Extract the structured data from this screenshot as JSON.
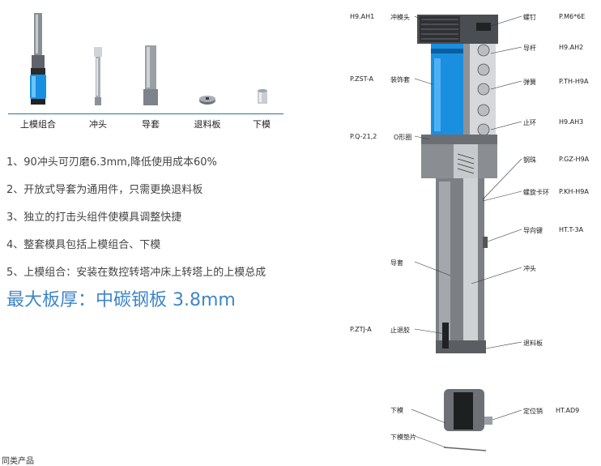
{
  "products": {
    "items": [
      {
        "label": "上模组合"
      },
      {
        "label": "冲头"
      },
      {
        "label": "导套"
      },
      {
        "label": "退料板"
      },
      {
        "label": "下模"
      }
    ]
  },
  "features": [
    "1、90冲头可刃磨6.3mm,降低使用成本60%",
    "2、开放式导套为通用件，只需更换退料板",
    "3、独立的打击头组件使模具调整快捷",
    "4、整套模具包括上模组合、下模",
    "5、上模组合：安装在数控转塔冲床上转塔上的上模总成"
  ],
  "headline": "最大板厚：中碳钢板 3.8mm",
  "footer": "同类产品",
  "diagram": {
    "left_labels": [
      {
        "code": "H9.AH1",
        "name": "冲模头"
      },
      {
        "code": "P.ZST-A",
        "name": "装饰套"
      },
      {
        "code": "P.Q-21,2",
        "name": "O形圈"
      },
      {
        "code": "",
        "name": "导套"
      },
      {
        "code": "P.ZTJ-A",
        "name": "止退胶"
      },
      {
        "code": "",
        "name": "下模"
      },
      {
        "code": "",
        "name": "下模垫片"
      }
    ],
    "right_labels": [
      {
        "name": "螺钉",
        "code": "P.M6*6E"
      },
      {
        "name": "导杆",
        "code": "H9.AH2"
      },
      {
        "name": "弹簧",
        "code": "P.TH-H9A"
      },
      {
        "name": "止环",
        "code": "H9.AH3"
      },
      {
        "name": "钢珠",
        "code": "P.GZ-H9A"
      },
      {
        "name": "螺旋卡环",
        "code": "P.KH-H9A"
      },
      {
        "name": "导向键",
        "code": "HT.T-3A"
      },
      {
        "name": "冲头",
        "code": ""
      },
      {
        "name": "退料板",
        "code": ""
      },
      {
        "name": "定位销",
        "code": "HT.AD9"
      }
    ]
  }
}
